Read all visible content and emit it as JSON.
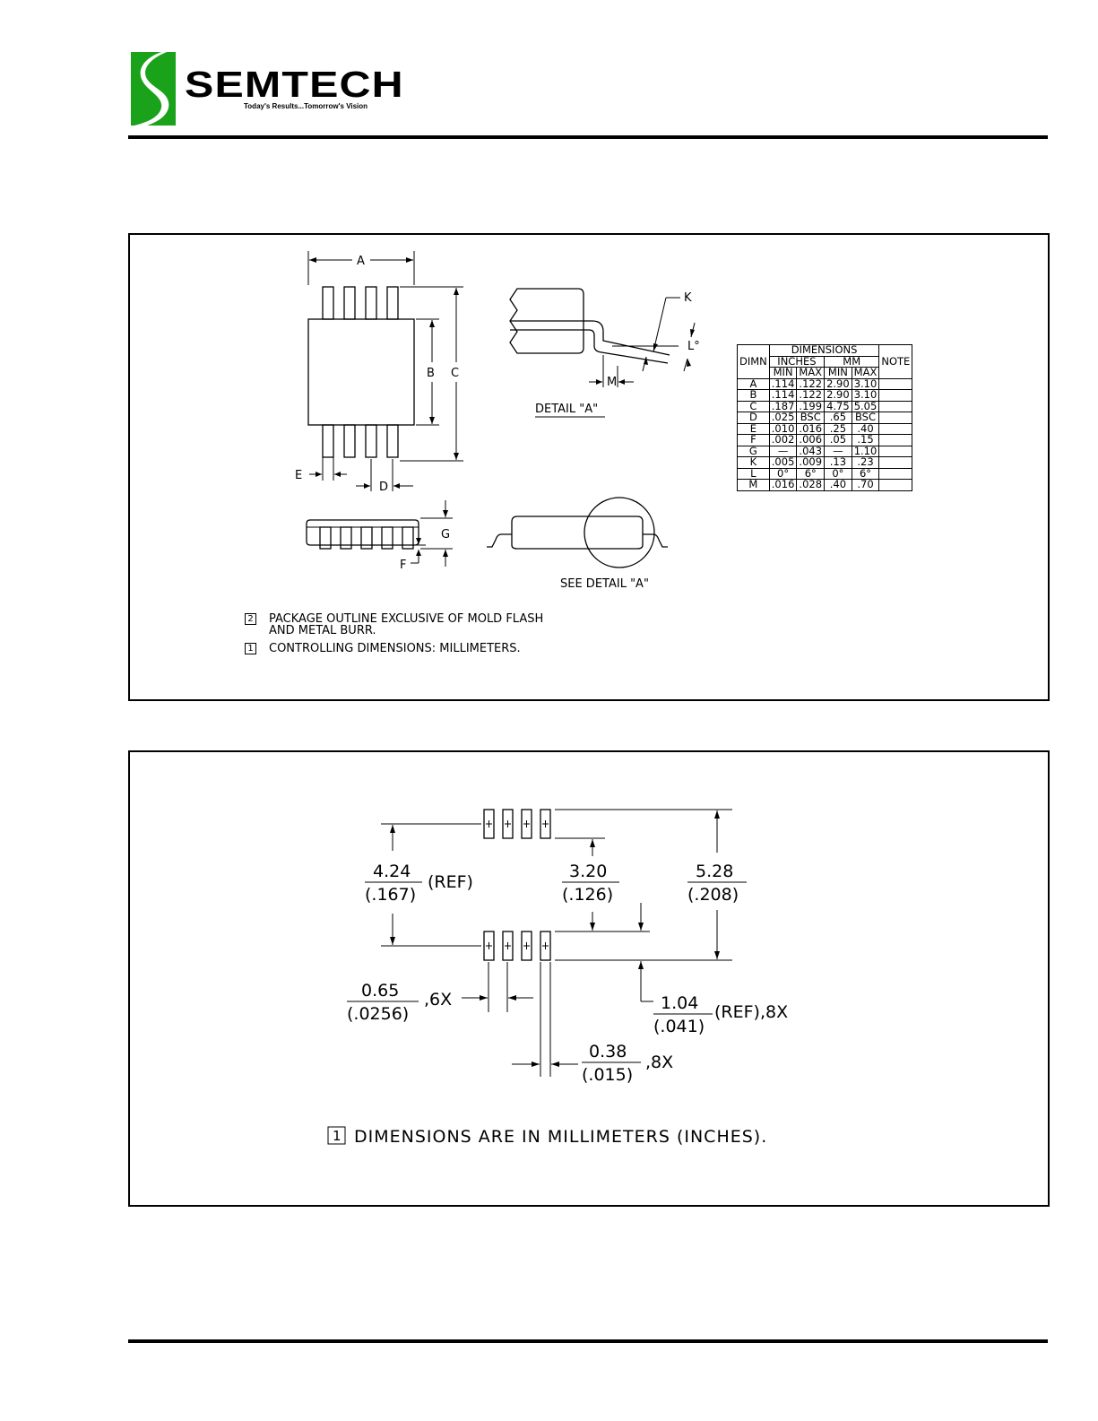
{
  "header": {
    "company": "SEMTECH",
    "tagline": "Today's Results...Tomorrow's Vision",
    "brand_color": "#1aa31a"
  },
  "outline_drawing": {
    "labels": {
      "A": "A",
      "B": "B",
      "C": "C",
      "D": "D",
      "E": "E",
      "F": "F",
      "G": "G",
      "K": "K",
      "L": "L°",
      "M": "M",
      "detail_a": "DETAIL \"A\"",
      "see_detail_a": "SEE DETAIL \"A\""
    },
    "table": {
      "title": "DIMENSIONS",
      "dim_header": "DIMN",
      "inches_header": "INCHES",
      "mm_header": "MM",
      "note_header": "NOTE",
      "min_label": "MIN",
      "max_label": "MAX",
      "rows": [
        {
          "dim": "A",
          "in_min": ".114",
          "in_max": ".122",
          "mm_min": "2.90",
          "mm_max": "3.10",
          "note": ""
        },
        {
          "dim": "B",
          "in_min": ".114",
          "in_max": ".122",
          "mm_min": "2.90",
          "mm_max": "3.10",
          "note": ""
        },
        {
          "dim": "C",
          "in_min": ".187",
          "in_max": ".199",
          "mm_min": "4.75",
          "mm_max": "5.05",
          "note": ""
        },
        {
          "dim": "D",
          "in_min": ".025",
          "in_max": "BSC",
          "mm_min": ".65",
          "mm_max": "BSC",
          "note": ""
        },
        {
          "dim": "E",
          "in_min": ".010",
          "in_max": ".016",
          "mm_min": ".25",
          "mm_max": ".40",
          "note": ""
        },
        {
          "dim": "F",
          "in_min": ".002",
          "in_max": ".006",
          "mm_min": ".05",
          "mm_max": ".15",
          "note": ""
        },
        {
          "dim": "G",
          "in_min": "—",
          "in_max": ".043",
          "mm_min": "—",
          "mm_max": "1.10",
          "note": ""
        },
        {
          "dim": "K",
          "in_min": ".005",
          "in_max": ".009",
          "mm_min": ".13",
          "mm_max": ".23",
          "note": ""
        },
        {
          "dim": "L",
          "in_min": "0°",
          "in_max": "6°",
          "mm_min": "0°",
          "mm_max": "6°",
          "note": ""
        },
        {
          "dim": "M",
          "in_min": ".016",
          "in_max": ".028",
          "mm_min": ".40",
          "mm_max": ".70",
          "note": ""
        }
      ]
    },
    "notes": [
      {
        "num": "2",
        "line1": "PACKAGE OUTLINE EXCLUSIVE OF MOLD FLASH",
        "line2": "AND METAL BURR."
      },
      {
        "num": "1",
        "line1": "CONTROLLING DIMENSIONS: MILLIMETERS.",
        "line2": ""
      }
    ]
  },
  "land_pattern": {
    "dims": {
      "ref_pitch_mm": "4.24",
      "ref_pitch_in": "(.167)",
      "ref_label": "(REF)",
      "inner_mm": "3.20",
      "inner_in": "(.126)",
      "overall_mm": "5.28",
      "overall_in": "(.208)",
      "pitch_mm": "0.65",
      "pitch_in": "(.0256)",
      "pitch_count": ",6X",
      "pad_len_mm": "1.04",
      "pad_len_in": "(.041)",
      "pad_len_suffix": "(REF),8X",
      "pad_w_mm": "0.38",
      "pad_w_in": "(.015)",
      "pad_w_count": ",8X"
    },
    "note": {
      "num": "1",
      "text": "DIMENSIONS ARE IN MILLIMETERS (INCHES)."
    }
  }
}
